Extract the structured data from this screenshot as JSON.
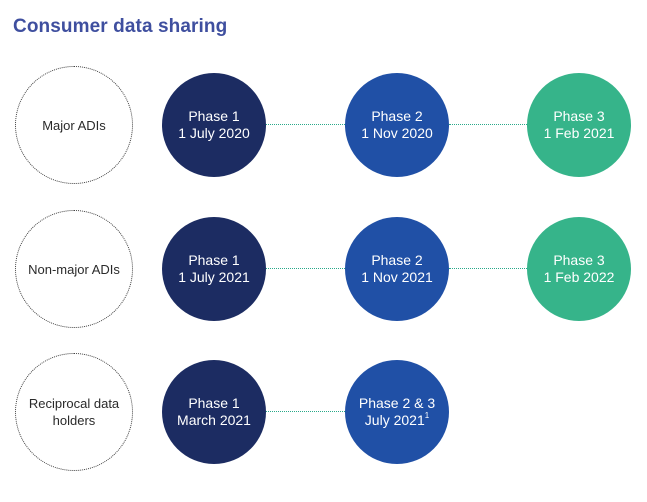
{
  "title": "Consumer data sharing",
  "rows": [
    {
      "label": "Major ADIs",
      "phases": [
        {
          "name": "Phase 1",
          "date": "1 July 2020"
        },
        {
          "name": "Phase 2",
          "date": "1 Nov 2020"
        },
        {
          "name": "Phase 3",
          "date": "1 Feb 2021"
        }
      ]
    },
    {
      "label": "Non-major ADIs",
      "phases": [
        {
          "name": "Phase 1",
          "date": "1 July 2021"
        },
        {
          "name": "Phase 2",
          "date": "1 Nov 2021"
        },
        {
          "name": "Phase 3",
          "date": "1 Feb 2022"
        }
      ]
    },
    {
      "label": "Reciprocal data holders",
      "phases": [
        {
          "name": "Phase 1",
          "date": "March 2021"
        },
        {
          "name": "Phase 2 & 3",
          "date": "July 2021",
          "footnote": "1"
        }
      ]
    }
  ],
  "colors": {
    "phase1": "#1c2c62",
    "phase2": "#2050a6",
    "phase3": "#36b48a",
    "title": "#3f4f9f",
    "connector": "#2aa98a"
  }
}
